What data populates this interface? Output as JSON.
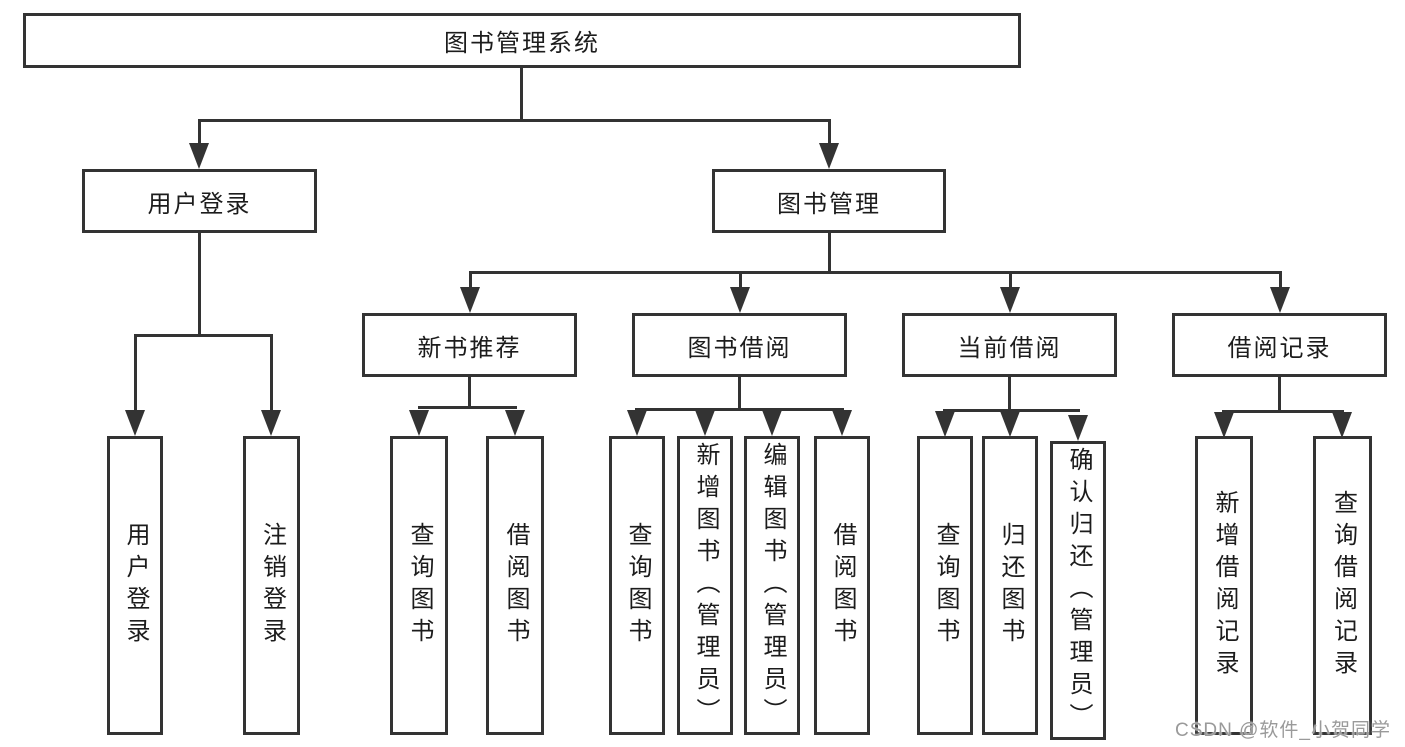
{
  "diagram": {
    "title": "图书管理系统",
    "level2": {
      "user_login": "用户登录",
      "book_management": "图书管理"
    },
    "level3": {
      "new_book_recommend": "新书推荐",
      "book_borrow": "图书借阅",
      "current_borrow": "当前借阅",
      "borrow_records": "借阅记录"
    },
    "leaves": {
      "user_login": [
        "用户登录",
        "注销登录"
      ],
      "new_book_recommend": [
        "查询图书",
        "借阅图书"
      ],
      "book_borrow": [
        "查询图书",
        "新增图书（管理员）",
        "编辑图书（管理员）",
        "借阅图书"
      ],
      "current_borrow": [
        "查询图书",
        "归还图书",
        "确认归还（管理员）"
      ],
      "borrow_records": [
        "新增借阅记录",
        "查询借阅记录"
      ]
    }
  },
  "watermark": {
    "text": "CSDN @软件_小贺同学"
  },
  "colors": {
    "line": "#333333",
    "text": "#1c1c1c",
    "watermark": "#9a9a9a",
    "background": "#ffffff"
  }
}
